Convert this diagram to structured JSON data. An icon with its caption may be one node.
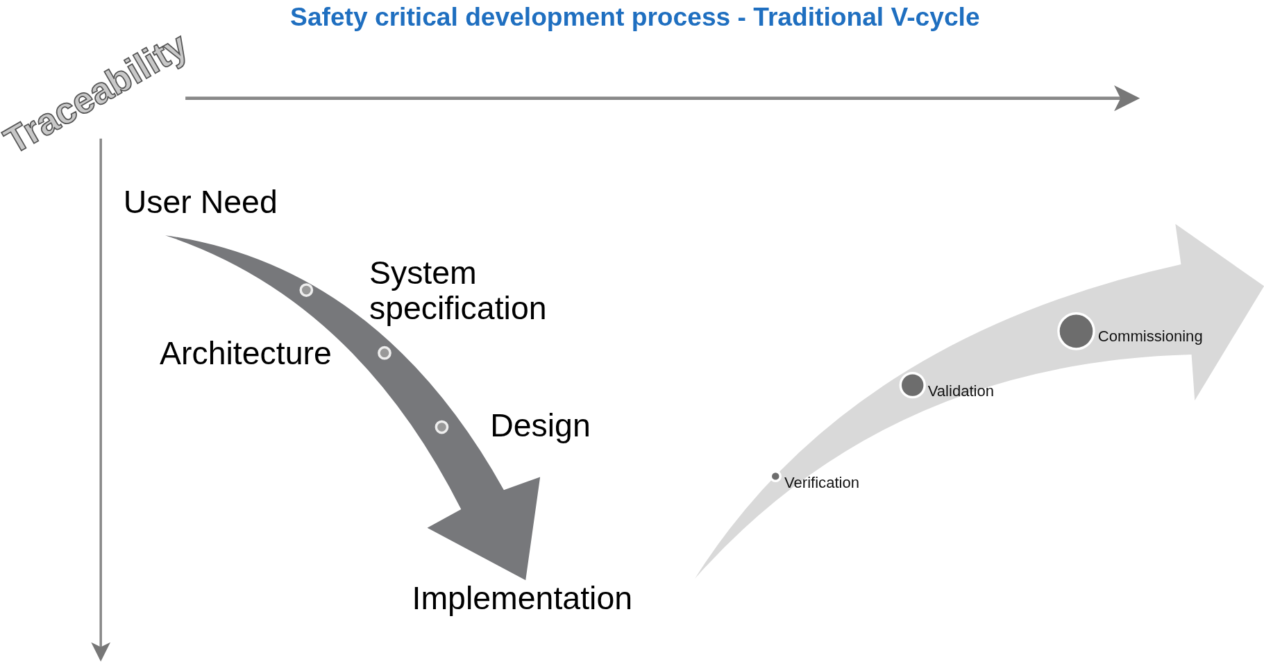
{
  "diagram": {
    "title": "Safety critical development process - Traditional V-cycle",
    "labels": [
      "Traceability",
      "User Need",
      "System specification",
      "Architecture",
      "Design",
      "Implementation",
      "Verification",
      "Validation",
      "Commissioning"
    ]
  }
}
